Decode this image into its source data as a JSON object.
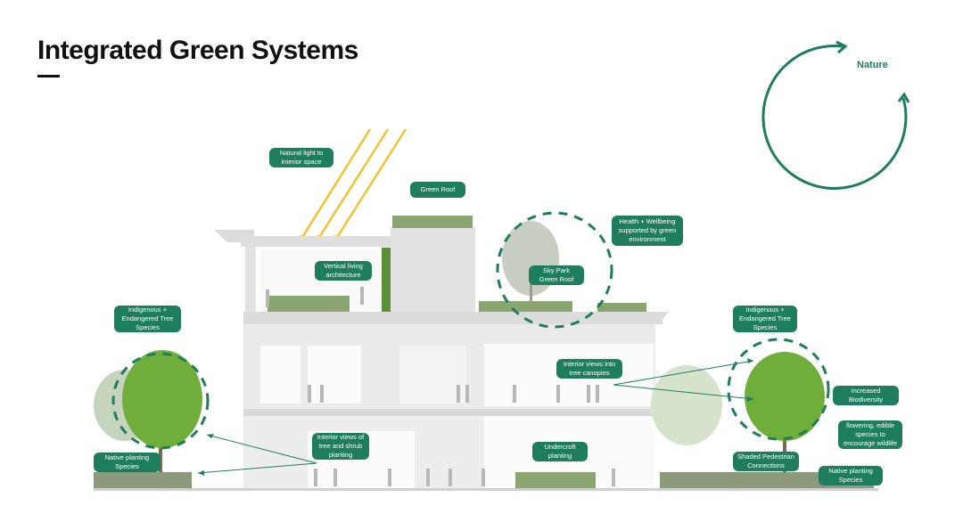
{
  "slide": {
    "title": "Integrated Green Systems"
  },
  "cycle": {
    "label": "Nature",
    "color": "#1e7d5c"
  },
  "colors": {
    "accent": "#1e7d5c",
    "label_bg": "#1e7d5c",
    "sunlight": "#f2c230",
    "building": "#e6e6e6",
    "tree": "#6fae3a"
  },
  "labels": {
    "natural_light": "Natural light to interior space",
    "green_roof": "Green Roof",
    "health": "Health + Wellbeing supported by green environment",
    "vertical_living": "Vertical living architecture",
    "sky_park": "Sky Park Green Roof",
    "indigenous_left": "Indigenous + Endangered Tree Species",
    "indigenous_right": "Indigenous + Endangered Tree Species",
    "interior_canopies": "Interior views into tree canopies",
    "biodiversity": "Increased Biodiversity",
    "flowering": "flowering, edible species to encourage wildlife",
    "interior_shrub": "Interior views of tree and shrub planting",
    "undercroft": "Undercroft planting",
    "native_left": "Native planting Species",
    "shaded": "Shaded Pedestrian Connections",
    "native_right": "Native planting Species"
  }
}
